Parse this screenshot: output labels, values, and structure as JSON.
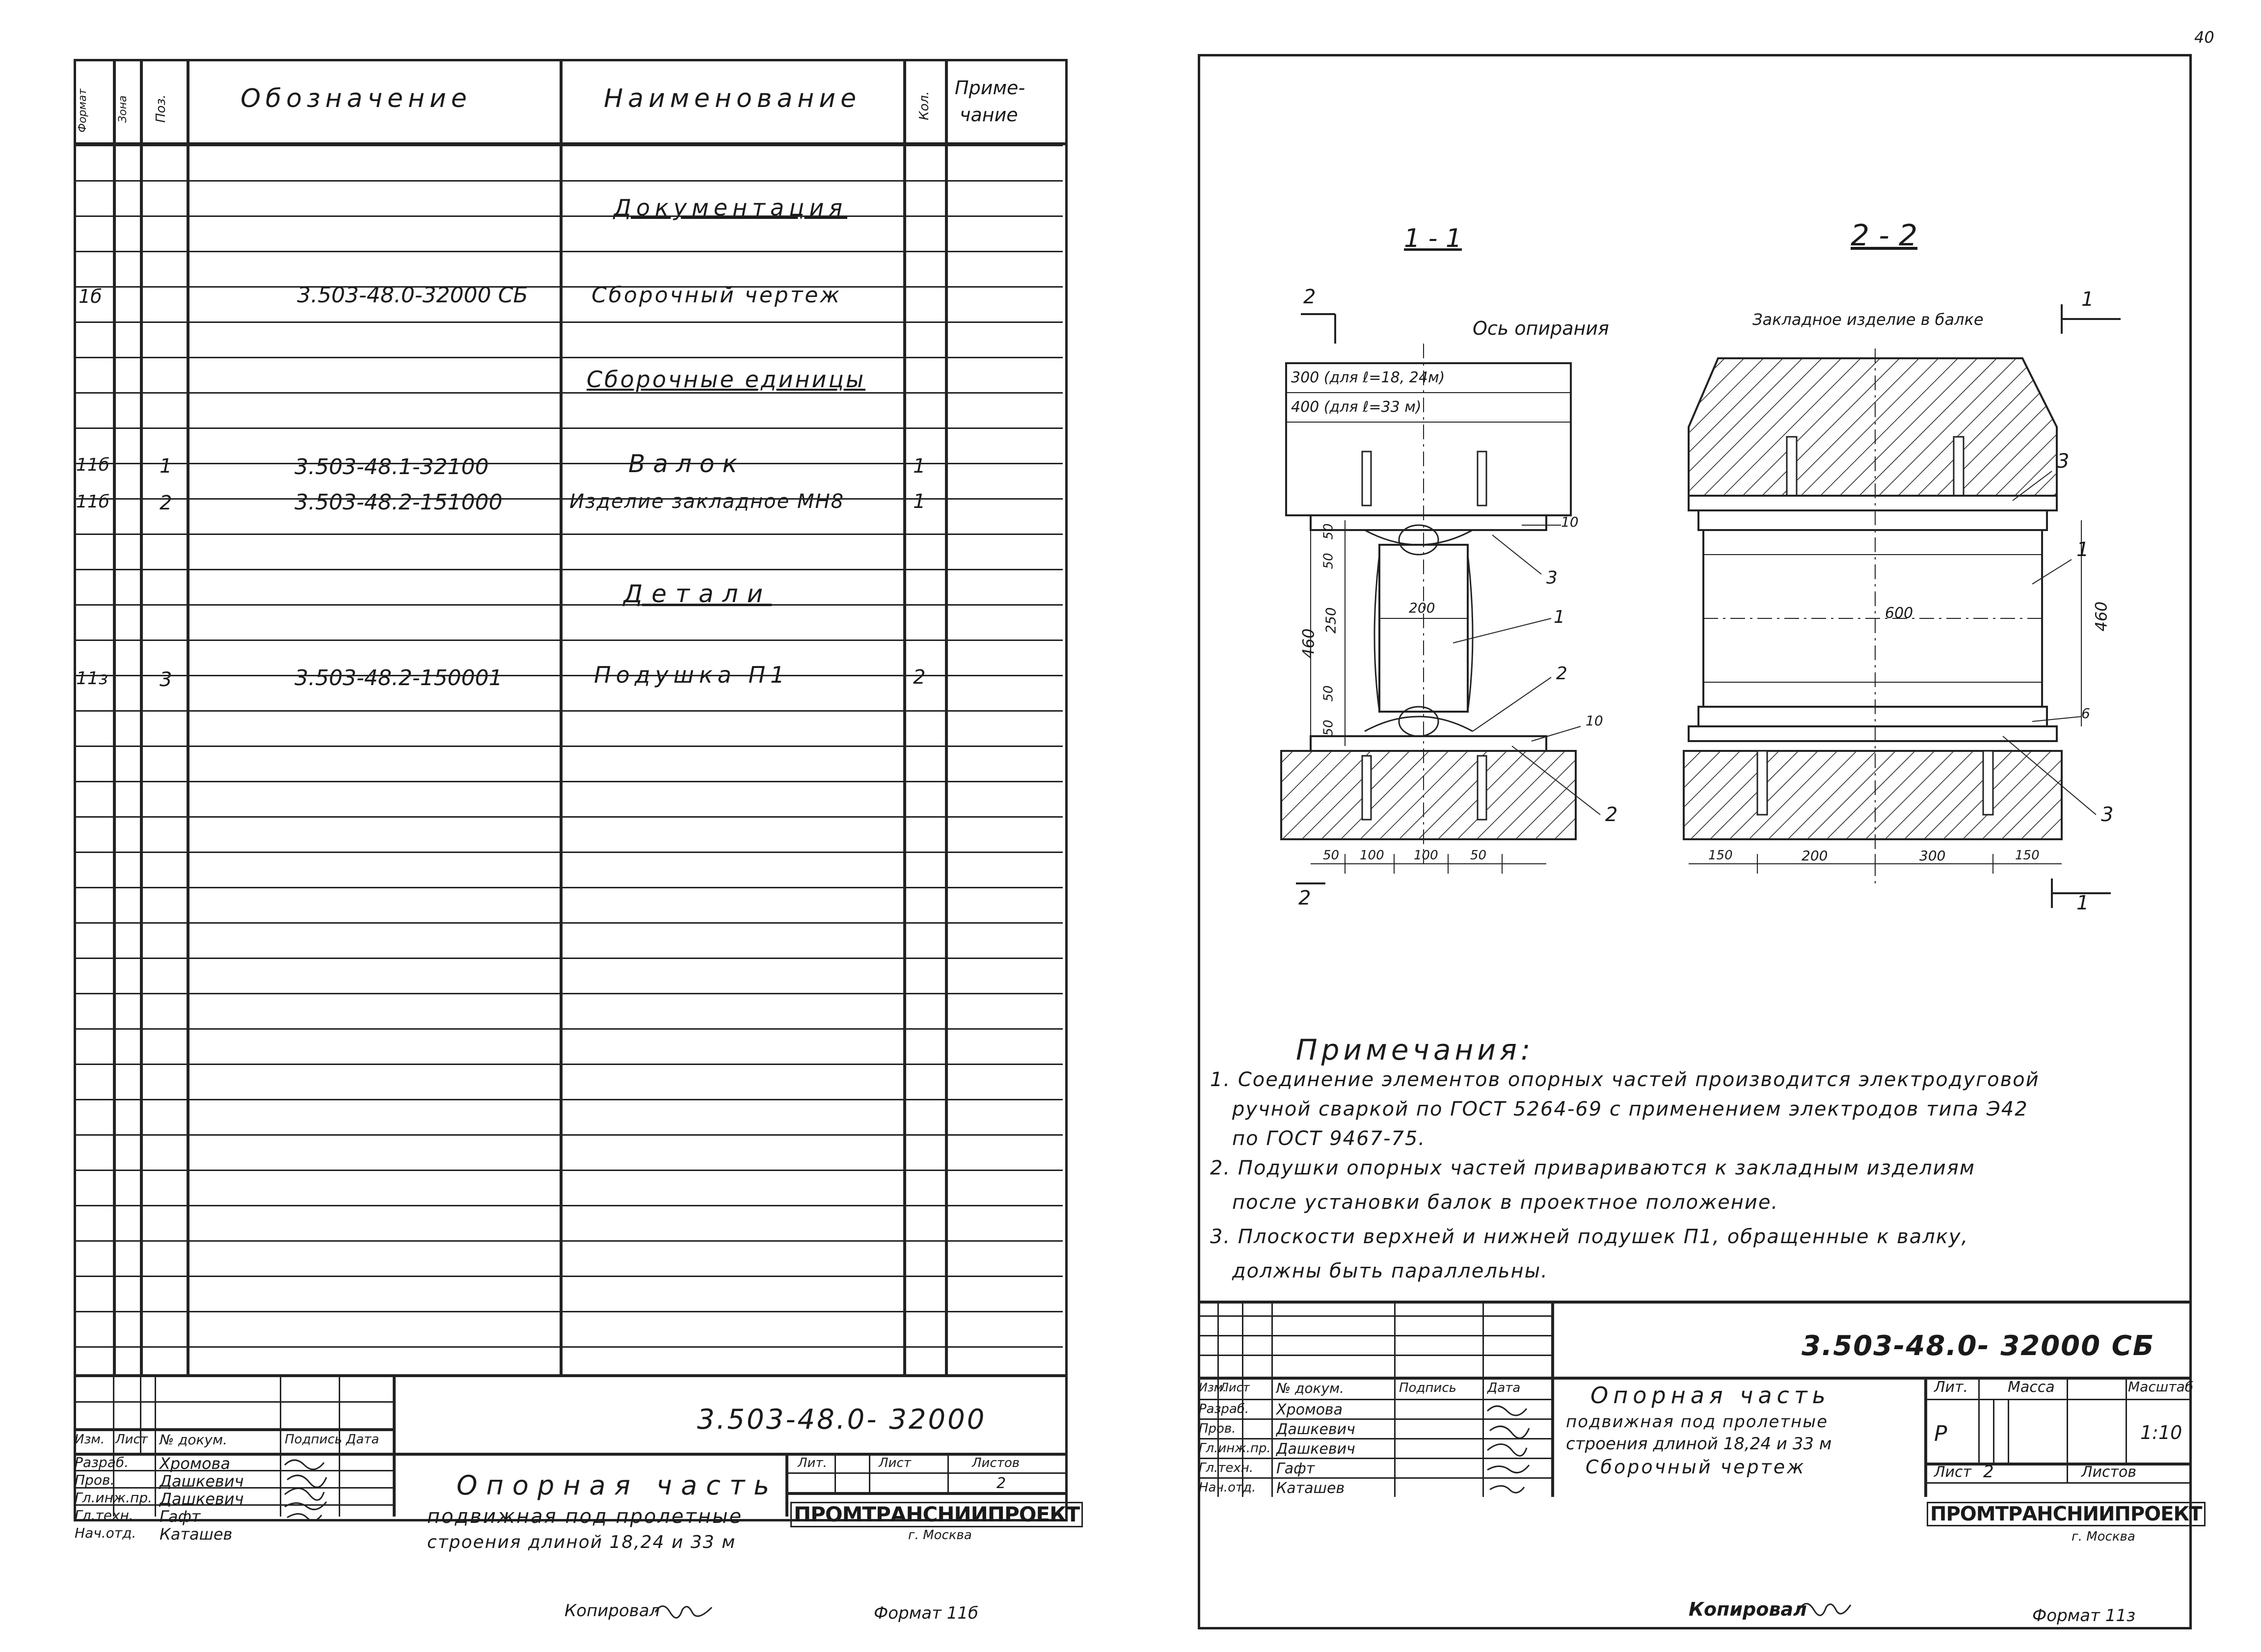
{
  "left_sheet": {
    "headers": {
      "format": "Формат",
      "zone": "Зона",
      "pos": "Поз.",
      "designation": "Обозначение",
      "name": "Наименование",
      "qty": "Кол.",
      "note_line1": "Приме-",
      "note_line2": "чание"
    },
    "sections": {
      "documentation": "Документация",
      "assembly_units": "Сборочные единицы",
      "details": "Детали"
    },
    "rows": [
      {
        "format": "1б",
        "pos": "",
        "designation": "3.503-48.0-32000 СБ",
        "name": "Сборочный чертеж",
        "qty": ""
      },
      {
        "format": "11б",
        "pos": "1",
        "designation": "3.503-48.1-32100",
        "name": "Валок",
        "qty": "1"
      },
      {
        "format": "11б",
        "pos": "2",
        "designation": "3.503-48.2-151000",
        "name": "Изделие закладное МН8",
        "qty": "1"
      },
      {
        "format": "11з",
        "pos": "3",
        "designation": "3.503-48.2-150001",
        "name": "Подушка П1",
        "qty": "2"
      }
    ],
    "title_block": {
      "code": "3.503-48.0- 32000",
      "title_line1": "Опорная часть",
      "title_line2": "подвижная под пролетные",
      "title_line3": "строения длиной 18,24 и 33 м",
      "lit_label": "Лит.",
      "sheet_label": "Лист",
      "sheets_label": "Листов",
      "sheets_value": "2",
      "org": "ПРОМТРАНСНИИПРОЕКТ",
      "city": "г. Москва",
      "col_headers": [
        "Изм.",
        "Лист",
        "№ докум.",
        "Подпись",
        "Дата"
      ],
      "staff": [
        {
          "role": "Разраб.",
          "name": "Хромова"
        },
        {
          "role": "Пров.",
          "name": "Дашкевич"
        },
        {
          "role": "Гл.инж.пр.",
          "name": "Дашкевич"
        },
        {
          "role": "Гл.техн.",
          "name": "Гафт"
        },
        {
          "role": "Нач.отд.",
          "name": "Каташев"
        }
      ]
    },
    "copied": "Копировал",
    "format": "Формат 11б"
  },
  "right_sheet": {
    "page_number": "40",
    "section_1": "1 - 1",
    "section_2": "2 - 2",
    "labels": {
      "axis": "Ось опирания",
      "embedded": "Закладное изделие в балке",
      "note_300": "300 (для ℓ=18, 24м)",
      "note_400": "400 (для ℓ=33 м)",
      "weld_10_top": "10",
      "weld_10_bottom": "10",
      "weld_6": "6",
      "mark_1": "1",
      "mark_2": "2",
      "mark_3": "3",
      "cut_1": "1",
      "cut_2": "2"
    },
    "dims_1_1": {
      "h_total": "460",
      "d50a": "50",
      "d50b": "50",
      "d250": "250",
      "d50c": "50",
      "d50d": "50",
      "w200": "200",
      "b50": "50",
      "b100a": "100",
      "b100b": "100",
      "b50b": "50"
    },
    "dims_2_2": {
      "h_total": "460",
      "w600": "600",
      "b150a": "150",
      "b200": "200",
      "b300": "300",
      "b150b": "150"
    },
    "notes_title": "Примечания:",
    "notes": [
      "1. Соединение элементов опорных частей производится электродуговой",
      "ручной сваркой по ГОСТ 5264-69 с применением электродов типа Э42",
      "по ГОСТ 9467-75.",
      "2. Подушки опорных частей привариваются к закладным изделиям",
      "после установки балок в проектное положение.",
      "3. Плоскости верхней и нижней подушек П1, обращенные к валку,",
      "должны быть параллельны."
    ],
    "title_block": {
      "code": "3.503-48.0- 32000 СБ",
      "title_line1": "Опорная часть",
      "title_line2": "подвижная под пролетные",
      "title_line3": "строения длиной 18,24 и 33 м",
      "title_line4": "Сборочный чертеж",
      "lit_label": "Лит.",
      "mass_label": "Масса",
      "scale_label": "Масштаб",
      "lit_value": "Р",
      "scale_value": "1:10",
      "sheet_label": "Лист",
      "sheet_value": "2",
      "sheets_label": "Листов",
      "org": "ПРОМТРАНСНИИПРОЕКТ",
      "city": "г. Москва",
      "col_headers": [
        "Изм.",
        "Лист",
        "№ докум.",
        "Подпись",
        "Дата"
      ],
      "staff": [
        {
          "role": "Разраб.",
          "name": "Хромова"
        },
        {
          "role": "Пров.",
          "name": "Дашкевич"
        },
        {
          "role": "Гл.инж.пр.",
          "name": "Дашкевич"
        },
        {
          "role": "Гл.техн.",
          "name": "Гафт"
        },
        {
          "role": "Нач.отд.",
          "name": "Каташев"
        }
      ]
    },
    "copied": "Копировал",
    "format": "Формат 11з"
  }
}
